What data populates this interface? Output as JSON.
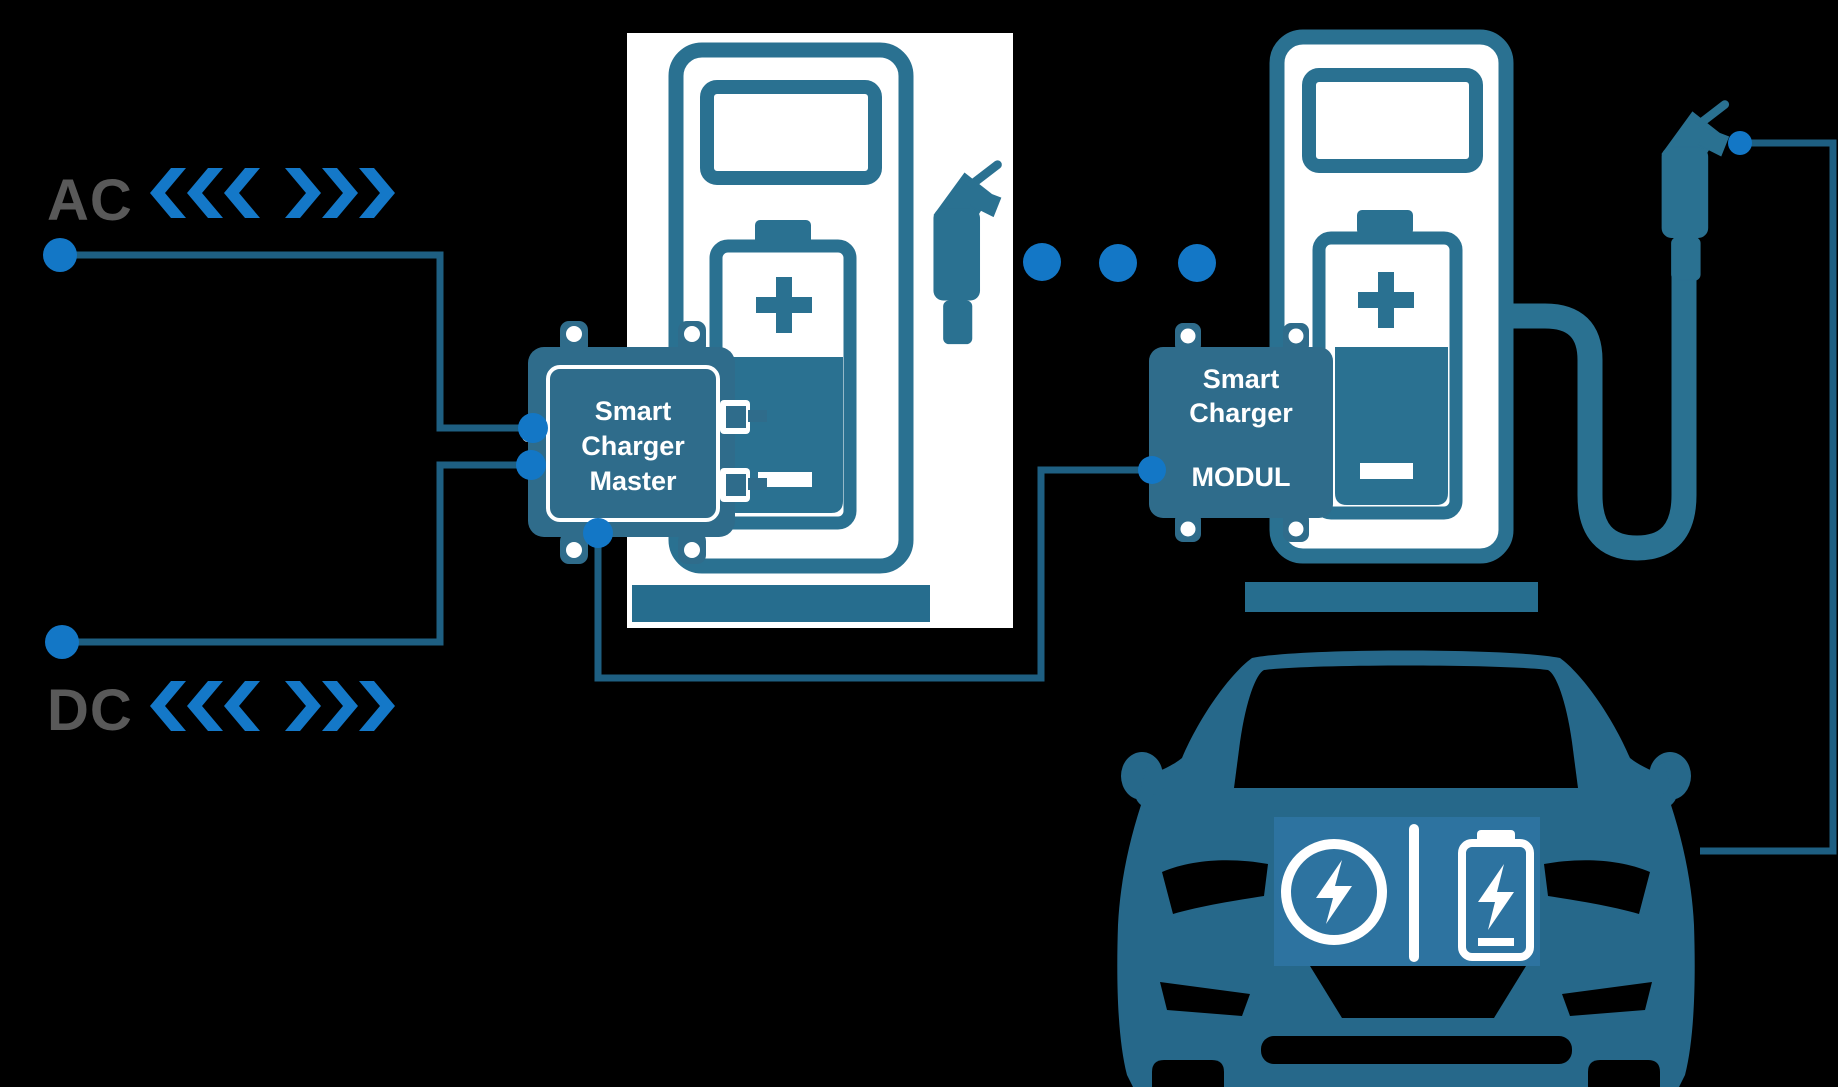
{
  "title": "Smart Charger AC/DC charging system diagram",
  "io_labels": {
    "ac": "AC",
    "dc": "DC"
  },
  "master_box": {
    "title_lines": [
      "Smart",
      "Charger",
      "Master"
    ]
  },
  "module_box": {
    "title_lines": [
      "Smart",
      "Charger",
      "MODUL"
    ]
  },
  "symbols": {
    "battery_positive": "+",
    "battery_negative": "−",
    "ellipsis_dots_count": 3
  },
  "icons": {
    "chevrons_left": "fast-backward-chevrons-icon",
    "chevrons_right": "fast-forward-chevrons-icon",
    "charging_station": "ev-charging-station-icon",
    "ev_plug": "ev-charging-plug-icon",
    "car": "electric-car-front-icon",
    "circle_bolt": "circled-lightning-icon",
    "battery_bolt": "charging-battery-icon",
    "connection_dot": "connection-node-dot"
  },
  "colors": {
    "background": "#000000",
    "teal_main": "#2a7191",
    "teal_box": "#2f6c8b",
    "teal_car": "#26688a",
    "teal_base": "#266d8e",
    "line_dark_teal": "#1e5f82",
    "bright_blue": "#1478c8",
    "dot_blue": "#1377c6",
    "badge_blue": "#2d73a0",
    "label_gray": "#595959",
    "white": "#ffffff"
  }
}
